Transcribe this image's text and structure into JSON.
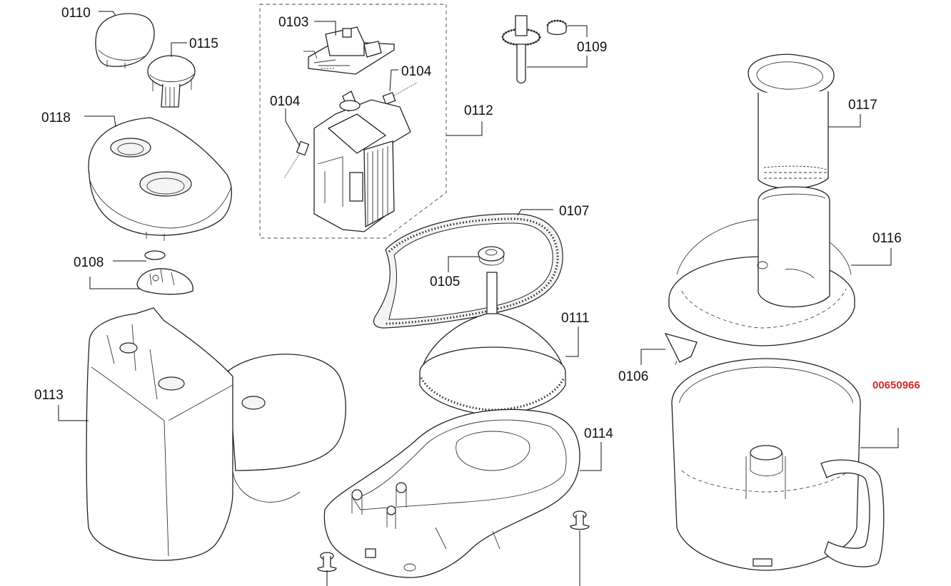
{
  "labels": {
    "l0110": "0110",
    "l0115": "0115",
    "l0118": "0118",
    "l0108": "0108",
    "l0113": "0113",
    "l0103": "0103",
    "l0104a": "0104",
    "l0104b": "0104",
    "l0112": "0112",
    "l0109": "0109",
    "l0107": "0107",
    "l0105": "0105",
    "l0111": "0111",
    "l0114": "0114",
    "l0117": "0117",
    "l0116": "0116",
    "l0106": "0106"
  },
  "part_number": "00650966",
  "colors": {
    "part_number": "#d62728",
    "line": "#222222",
    "background": "#ffffff"
  }
}
